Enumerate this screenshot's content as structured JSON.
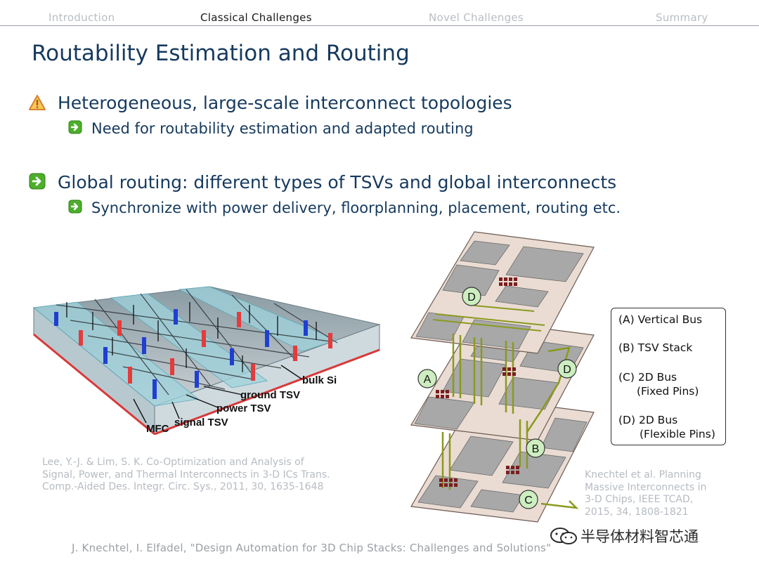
{
  "nav": {
    "items": [
      "Introduction",
      "Classical Challenges",
      "Novel Challenges",
      "Summary"
    ],
    "active_index": 1
  },
  "slide": {
    "title": "Routability Estimation and Routing",
    "bullet1": "Heterogeneous, large-scale interconnect topologies",
    "bullet1_sub": "Need for routability estimation and adapted routing",
    "bullet2": "Global routing: different types of TSVs and global interconnects",
    "bullet2_sub": "Synchronize with power delivery, floorplanning, placement, routing etc."
  },
  "left_figure": {
    "labels": {
      "bulk_si": "bulk Si",
      "ground_tsv": "ground TSV",
      "power_tsv": "power TSV",
      "signal_tsv": "signal TSV",
      "mfc": "MFC"
    },
    "colors": {
      "signal": "#1f3fd1",
      "power_ground": "#e53b3b",
      "channel": "#9fd3dc"
    }
  },
  "right_figure": {
    "markers": {
      "a": "A",
      "b": "B",
      "c": "C",
      "d_top": "D",
      "d_mid": "D"
    },
    "colors": {
      "die": "#eadcd3",
      "block": "#a8a8a8",
      "bus": "#8a9a1e",
      "marker_fill": "#cdeec0"
    }
  },
  "legend": {
    "items": [
      {
        "line1": "(A) Vertical Bus",
        "line2": ""
      },
      {
        "line1": "(B) TSV Stack",
        "line2": ""
      },
      {
        "line1": "(C) 2D Bus",
        "line2": "(Fixed Pins)"
      },
      {
        "line1": "(D) 2D Bus",
        "line2": "(Flexible Pins)"
      }
    ]
  },
  "citations": {
    "left": [
      "Lee, Y.-J. & Lim, S. K. Co-Optimization and Analysis of",
      "Signal, Power, and Thermal Interconnects in 3-D ICs Trans.",
      "Comp.-Aided Des. Integr. Circ. Sys., 2011, 30, 1635-1648"
    ],
    "right": [
      "Knechtel et al. Planning",
      "Massive Interconnects in",
      "3-D Chips, IEEE TCAD,",
      "2015, 34, 1808-1821"
    ]
  },
  "footer": "J. Knechtel, I. Elfadel, \"Design Automation for 3D Chip Stacks: Challenges and Solutions\"",
  "watermark": "半导体材料智芯通"
}
